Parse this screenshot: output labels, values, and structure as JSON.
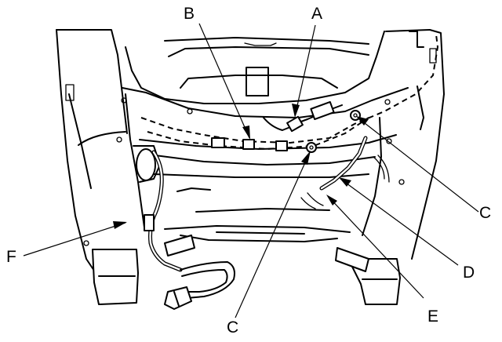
{
  "callouts": {
    "a": "A",
    "b": "B",
    "c_right": "C",
    "c_bottom": "C",
    "d": "D",
    "e": "E",
    "f": "F"
  }
}
